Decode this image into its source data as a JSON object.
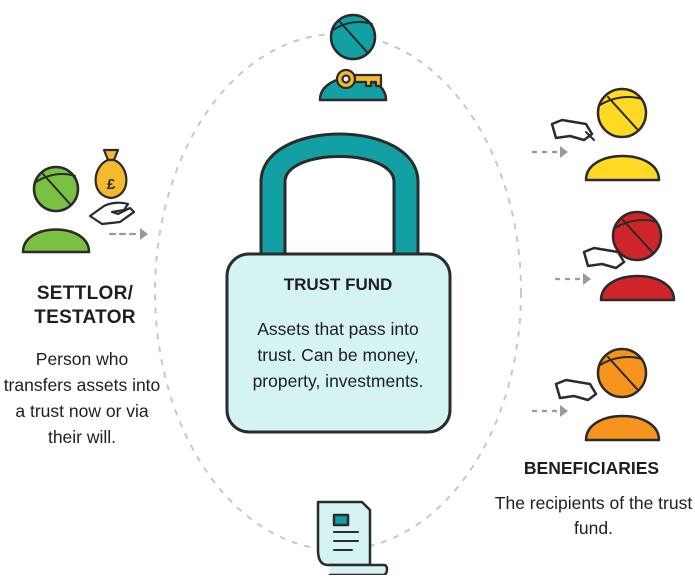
{
  "settlor": {
    "title_line1": "SETTLOR/",
    "title_line2": "TESTATOR",
    "description": "Person who transfers assets into a trust now or via their will.",
    "coin_symbol": "£"
  },
  "trust_fund": {
    "title": "TRUST FUND",
    "description": "Assets that pass into trust. Can be money, property, investments."
  },
  "beneficiaries": {
    "title": "BENEFICIARIES",
    "description": "The recipients of the trust fund."
  },
  "icons": [
    "trustee-key-icon",
    "padlock-icon",
    "settlor-person-icon",
    "money-bag-icon",
    "beneficiary-person-icon",
    "deed-scroll-icon",
    "dashed-arrow-icon"
  ],
  "colors": {
    "outline": "#2b2b2b",
    "teal": "#12a0a4",
    "teal_light": "#d6f3f4",
    "green": "#7ac143",
    "yellow": "#ffd923",
    "red": "#d0242b",
    "orange": "#f7941e",
    "gold": "#f5b92e",
    "dash": "#c8c8c8",
    "arrow": "#9a9a9a"
  }
}
